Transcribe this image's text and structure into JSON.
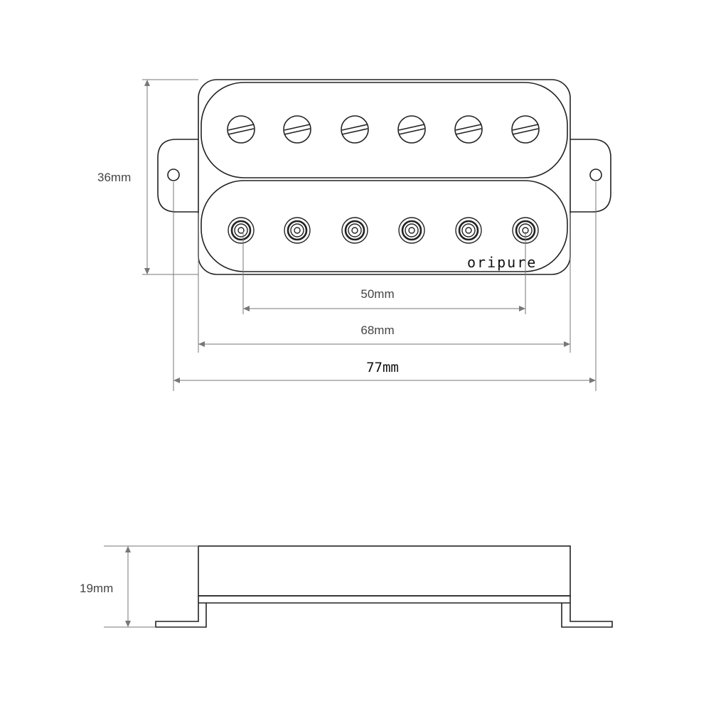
{
  "top_view": {
    "height_label": "36mm",
    "pole_spacing_label": "50mm",
    "body_width_label": "68mm",
    "overall_width_label": "77mm",
    "brand": "oripure",
    "screw_poles": 6,
    "slug_poles": 6
  },
  "side_view": {
    "height_label": "19mm"
  }
}
